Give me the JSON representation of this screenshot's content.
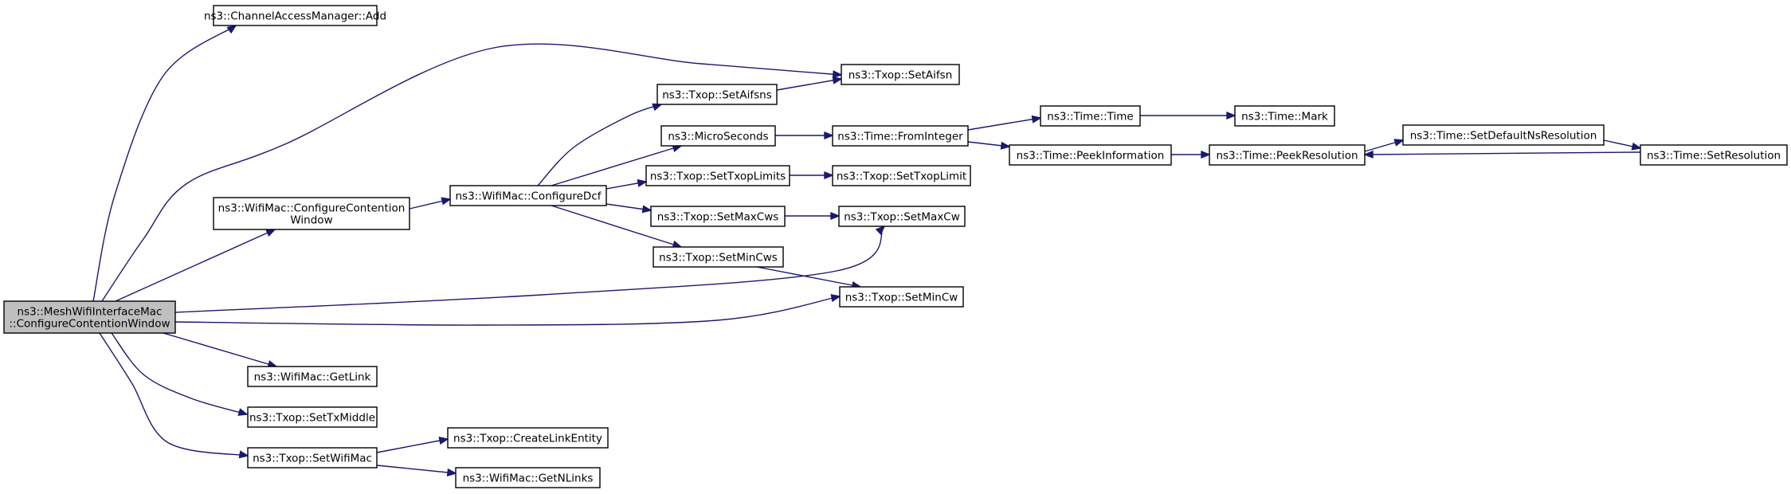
{
  "graph": {
    "nodes": {
      "root": [
        "ns3::MeshWifiInterfaceMac",
        "::ConfigureContentionWindow"
      ],
      "cam_add": [
        "ns3::ChannelAccessManager::Add"
      ],
      "set_aifsn": [
        "ns3::Txop::SetAifsn"
      ],
      "set_aifsns": [
        "ns3::Txop::SetAifsns"
      ],
      "microseconds": [
        "ns3::MicroSeconds"
      ],
      "from_integer": [
        "ns3::Time::FromInteger"
      ],
      "time_time": [
        "ns3::Time::Time"
      ],
      "time_mark": [
        "ns3::Time::Mark"
      ],
      "peek_information": [
        "ns3::Time::PeekInformation"
      ],
      "peek_resolution": [
        "ns3::Time::PeekResolution"
      ],
      "set_default_ns_resolution": [
        "ns3::Time::SetDefaultNsResolution"
      ],
      "set_resolution": [
        "ns3::Time::SetResolution"
      ],
      "wifimac_configure_cw": [
        "ns3::WifiMac::ConfigureContention",
        "Window"
      ],
      "configure_dcf": [
        "ns3::WifiMac::ConfigureDcf"
      ],
      "set_txop_limits": [
        "ns3::Txop::SetTxopLimits"
      ],
      "set_txop_limit": [
        "ns3::Txop::SetTxopLimit"
      ],
      "set_max_cws": [
        "ns3::Txop::SetMaxCws"
      ],
      "set_max_cw": [
        "ns3::Txop::SetMaxCw"
      ],
      "set_min_cws": [
        "ns3::Txop::SetMinCws"
      ],
      "set_min_cw": [
        "ns3::Txop::SetMinCw"
      ],
      "get_link": [
        "ns3::WifiMac::GetLink"
      ],
      "set_tx_middle": [
        "ns3::Txop::SetTxMiddle"
      ],
      "set_wifi_mac": [
        "ns3::Txop::SetWifiMac"
      ],
      "create_link_entity": [
        "ns3::Txop::CreateLinkEntity"
      ],
      "get_n_links": [
        "ns3::WifiMac::GetNLinks"
      ]
    },
    "edges": [
      [
        "root",
        "cam_add"
      ],
      [
        "root",
        "set_aifsn"
      ],
      [
        "root",
        "wifimac_configure_cw"
      ],
      [
        "root",
        "set_max_cw"
      ],
      [
        "root",
        "set_min_cw"
      ],
      [
        "root",
        "get_link"
      ],
      [
        "root",
        "set_tx_middle"
      ],
      [
        "root",
        "set_wifi_mac"
      ],
      [
        "set_aifsns",
        "set_aifsn"
      ],
      [
        "microseconds",
        "from_integer"
      ],
      [
        "from_integer",
        "time_time"
      ],
      [
        "from_integer",
        "peek_information"
      ],
      [
        "time_time",
        "time_mark"
      ],
      [
        "peek_information",
        "peek_resolution"
      ],
      [
        "peek_resolution",
        "set_default_ns_resolution"
      ],
      [
        "set_default_ns_resolution",
        "set_resolution"
      ],
      [
        "set_resolution",
        "peek_resolution"
      ],
      [
        "wifimac_configure_cw",
        "configure_dcf"
      ],
      [
        "configure_dcf",
        "set_aifsns"
      ],
      [
        "configure_dcf",
        "microseconds"
      ],
      [
        "configure_dcf",
        "set_txop_limits"
      ],
      [
        "configure_dcf",
        "set_max_cws"
      ],
      [
        "configure_dcf",
        "set_min_cws"
      ],
      [
        "set_txop_limits",
        "set_txop_limit"
      ],
      [
        "set_max_cws",
        "set_max_cw"
      ],
      [
        "set_min_cws",
        "set_min_cw"
      ],
      [
        "set_wifi_mac",
        "create_link_entity"
      ],
      [
        "set_wifi_mac",
        "get_n_links"
      ]
    ]
  },
  "colors": {
    "edge": "#191970",
    "root_fill": "#bfbfbf",
    "node_fill": "#ffffff",
    "node_border": "#000000"
  }
}
